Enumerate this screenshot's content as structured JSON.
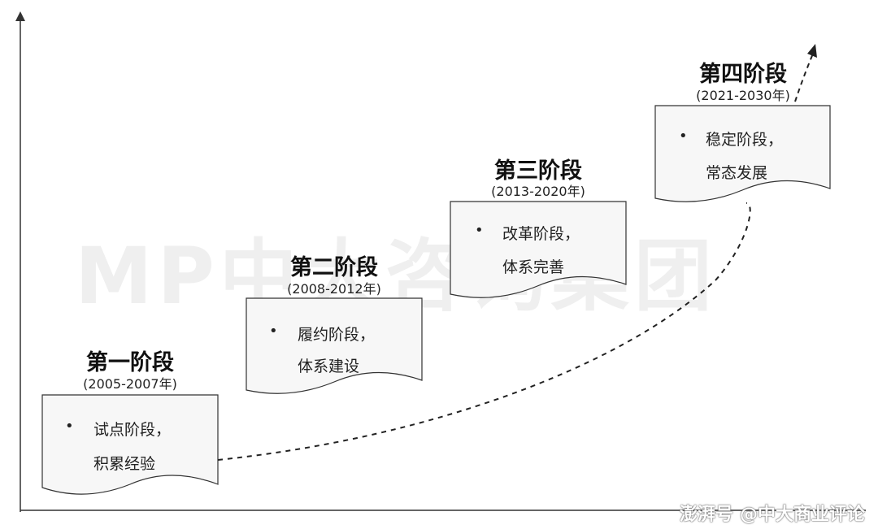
{
  "watermark": "MP中大咨询集团",
  "stages": [
    {
      "title": "第一阶段",
      "period": "(2005-2007年)",
      "bullet": "•",
      "lines": [
        "试点阶段，",
        "积累经验"
      ]
    },
    {
      "title": "第二阶段",
      "period": "(2008-2012年)",
      "bullet": "•",
      "lines": [
        "履约阶段，",
        "体系建设"
      ]
    },
    {
      "title": "第三阶段",
      "period": "(2013-2020年)",
      "bullet": "•",
      "lines": [
        "改革阶段，",
        "体系完善"
      ]
    },
    {
      "title": "第四阶段",
      "period": "(2021-2030年)",
      "bullet": "•",
      "lines": [
        "稳定阶段，",
        "常态发展"
      ]
    }
  ],
  "footer": {
    "brand": "澎湃号",
    "source": "@中大商业评论"
  },
  "colors": {
    "axis": "#333333",
    "box_border": "#333333",
    "box_fill": "#f7f7f7",
    "curve": "#222222",
    "watermark": "#efefef"
  }
}
